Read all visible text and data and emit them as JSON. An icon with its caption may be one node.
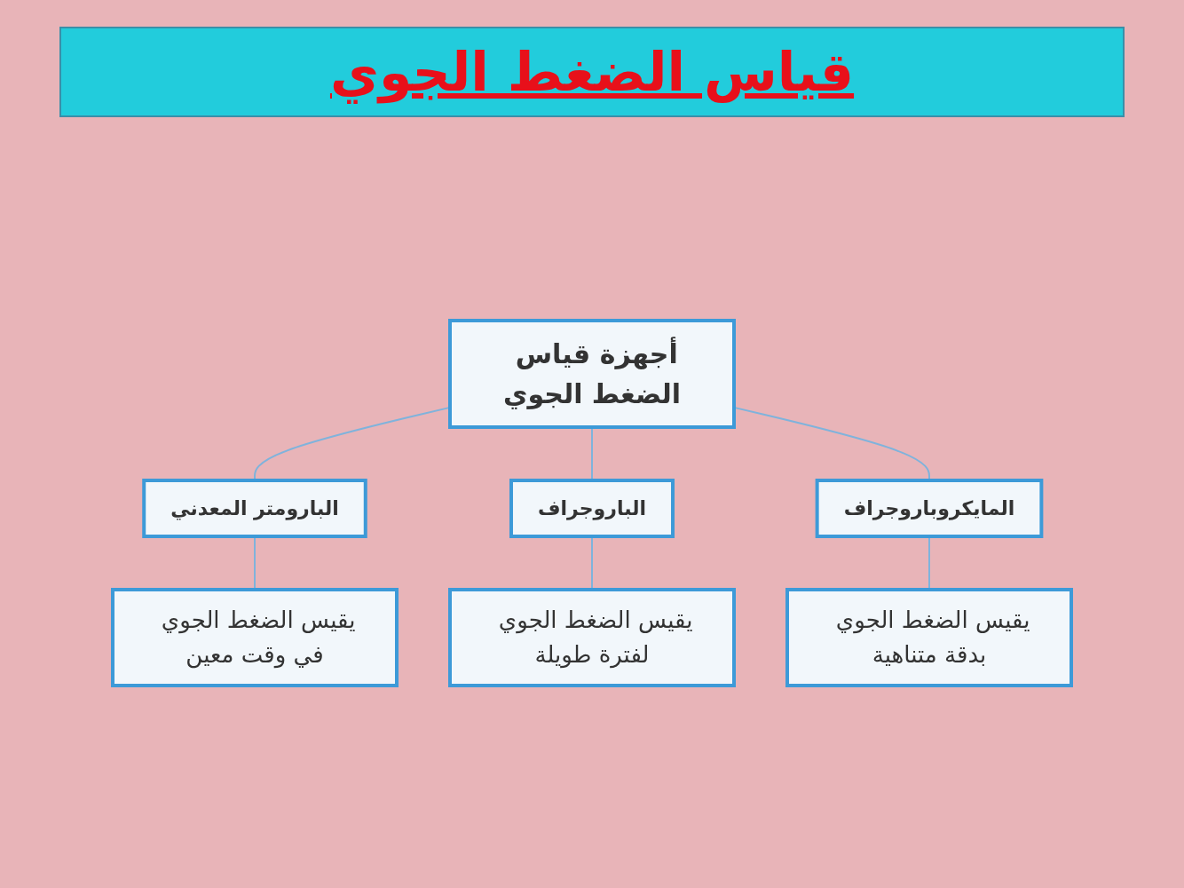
{
  "diagram": {
    "title": "قياس الضغط الجوي",
    "nodes": [
      {
        "text": [
          "أجهزة قياس الضغط الجوي"
        ]
      },
      {
        "text": [
          "البارومتر المعدني"
        ]
      },
      {
        "text": [
          "الباروجراف"
        ]
      },
      {
        "text": [
          "المايكروباروجراف"
        ]
      },
      {
        "text": [
          "يقيس الضغط الجوي في وقت معين"
        ]
      },
      {
        "text": [
          "يقيس الضغط الجوي لفترة طويلة"
        ]
      },
      {
        "text": [
          "يقيس الضغط الجوي بدقة متناهية"
        ]
      }
    ],
    "edges": [
      {
        "from": 0,
        "to": 1,
        "arrow": "none"
      },
      {
        "from": 0,
        "to": 2,
        "arrow": "none"
      },
      {
        "from": 0,
        "to": 3,
        "arrow": "none"
      },
      {
        "from": 1,
        "to": 4,
        "arrow": "none"
      },
      {
        "from": 2,
        "to": 5,
        "arrow": "none"
      },
      {
        "from": 3,
        "to": 6,
        "arrow": "none"
      }
    ]
  }
}
